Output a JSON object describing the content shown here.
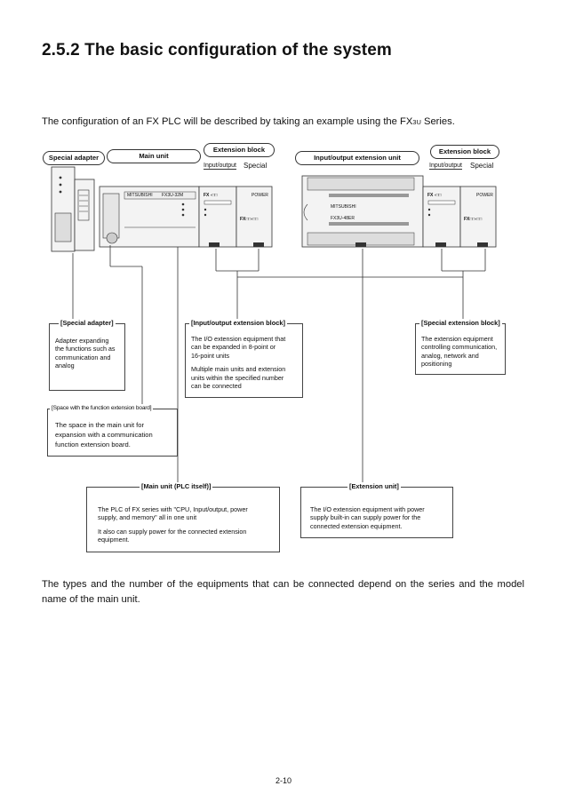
{
  "heading": "2.5.2 The basic configuration of the system",
  "intro": {
    "before": "The configuration of an FX PLC will be described by taking an example using the FX",
    "sub": "3U",
    "after": " Series."
  },
  "diagram": {
    "labels": {
      "special_adapter": "Special adapter",
      "main_unit": "Main unit",
      "extension_block_1": "Extension block",
      "io_extension_unit": "Input/output extension unit",
      "extension_block_2": "Extension block",
      "io_1": "Input/output",
      "special_1": "Special",
      "io_2": "Input/output",
      "special_2": "Special"
    },
    "device_text": {
      "brand": "MITSUBISHI",
      "fx_main": "FX3U-32M",
      "module_a": "FX -□□",
      "module_b": "FX□□-□□",
      "power": "POWER",
      "io_unit": "FX3U-48ER"
    },
    "boxes": {
      "special_adapter": {
        "title": "[Special adapter]",
        "lines": [
          "Adapter expanding",
          "the functions such as",
          "communication and",
          "analog"
        ]
      },
      "io_block": {
        "title": "[Input/output extension block]",
        "p1": [
          "The I/O extension equipment that",
          "can be expanded in 8-point or",
          "16-point units"
        ],
        "p2": [
          "Multiple main units and extension",
          "units within the specified number",
          "can be connected"
        ]
      },
      "special_block": {
        "title": "[Special extension block]",
        "lines": [
          "The extension equipment",
          "controlling communication,",
          "analog, network and",
          "positioning"
        ]
      },
      "space": {
        "title": "[Space with the function extension board]",
        "lines": [
          "The space in the main unit for",
          "expansion with a communication",
          "function extension board."
        ]
      },
      "main_unit": {
        "title": "[Main unit (PLC itself)]",
        "p1": [
          "The PLC of FX series with \"CPU, Input/output, power",
          "supply, and memory\" all in one unit"
        ],
        "p2": [
          "It also can supply power for the connected extension",
          "equipment."
        ]
      },
      "ext_unit": {
        "title": "[Extension unit]",
        "lines": [
          "The I/O extension equipment with power",
          "supply built-in can supply power for the",
          "connected extension equipment."
        ]
      }
    }
  },
  "paragraph": "The types and the number of the equipments that can be connected depend on the series and the model name of the main unit.",
  "page_number": "2-10"
}
